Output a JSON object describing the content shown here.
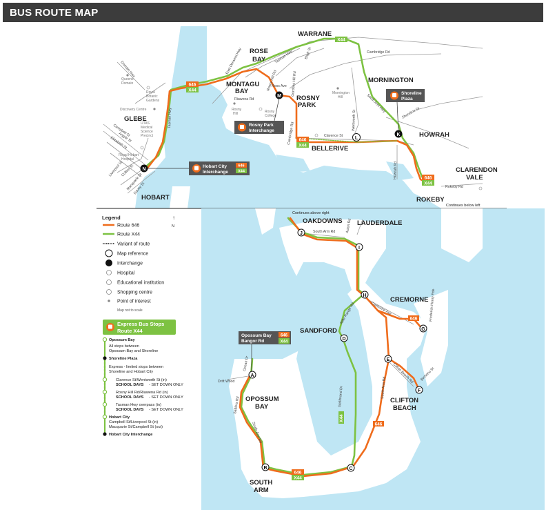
{
  "page_title": "BUS ROUTE MAP",
  "colors": {
    "route_646": "#ef6c1c",
    "route_x44": "#7dc242",
    "water": "#bfe6f4",
    "land": "#ffffff",
    "road": "#9a9a9a",
    "title_bg": "#3c3c3c"
  },
  "areas": {
    "warrane": "WARRANE",
    "rose": "ROSE",
    "bay": "BAY",
    "montagu": "MONTAGU",
    "montagu_bay": "BAY",
    "rosny": "ROSNY",
    "park": "PARK",
    "mornington": "MORNINGTON",
    "howrah": "HOWRAH",
    "clarendon": "CLARENDON",
    "vale": "VALE",
    "rokeby": "ROKEBY",
    "bellerive": "BELLERIVE",
    "glebe": "GLEBE",
    "hobart": "HOBART",
    "oakdowns": "OAKDOWNS",
    "lauderdale": "LAUDERDALE",
    "cremorne": "CREMORNE",
    "sandford": "SANDFORD",
    "opossum": "OPOSSUM",
    "opossum_bay": "BAY",
    "clifton": "CLIFTON",
    "clifton_beach": "BEACH",
    "south": "SOUTH",
    "arm": "ARM"
  },
  "streets": {
    "cambridge_rd": "Cambridge Rd",
    "east_derwent_hwy": "East Derwent Hwy",
    "tasman_hwy_top": "Tasman Hwy",
    "bligh_st": "Bligh St",
    "rosny_hill_rd": "Rosny Hill Rd",
    "gordons_hill_rd": "Gordons Hill Rd",
    "ross_ave": "Ross Ave",
    "riawena_rd": "Riawena Rd",
    "cambridge_rd_v": "Cambridge Rd",
    "clarence_st": "Clarence St",
    "wentworth_st": "Wentworth St",
    "south_arm_hwy": "South Arm Hwy",
    "shoreline_dr": "Shoreline Dr",
    "howrah_rd": "Howrah Rd",
    "rokeby_rd": "Rokeby Rd",
    "tasman_hwy_left": "Tasman Hwy",
    "domain_hwy": "Domain Hwy",
    "campbell_st": "Campbell St",
    "argyle_st": "Argyle St",
    "elizabeth_st": "Elizabeth St",
    "liverpool_st": "Liverpool St",
    "collins_st": "Collins St",
    "macquarie_st": "Macquarie St",
    "davey_st": "Davey St",
    "south_arm_rd_top": "South Arm Rd",
    "acton_rd": "Acton Rd",
    "rifle_range_rd": "Rifle Range Rd",
    "cremorne_ave": "Cremorne Ave",
    "frederick_henry_pde": "Frederick Henry Pde",
    "clifton_beach_rd": "Clifton Beach Rd",
    "bicheno_st": "Bicheno St",
    "gellibrand_dr": "Gellibrand Dr",
    "south_arm_rd_mid": "South Arm Rd",
    "south_arm_rd_low": "South Arm Rd",
    "sattlers_rd": "Sattlers Rd",
    "drift_wood": "Drift Wood",
    "ocean_dr": "Ocean Dr"
  },
  "pois": {
    "queens_domain": [
      "Queens",
      "Domain"
    ],
    "royal_botanic_gardens": [
      "Royal",
      "Botanic",
      "Gardens"
    ],
    "discovery_centre": "Discovery Centre",
    "utas": [
      "UTAS",
      "Medical",
      "Science",
      "Precinct"
    ],
    "royal_hobart_hospital": [
      "Royal Hobart",
      "Hospital"
    ],
    "rosny_hill": [
      "Rosny",
      "Hill"
    ],
    "rosny_college": [
      "Rosny",
      "College"
    ],
    "mornington_hill": [
      "Mornington",
      "Hill"
    ]
  },
  "interchanges": {
    "shoreline": [
      "Shoreline",
      "Plaza"
    ],
    "rosny_park": [
      "Rosny Park",
      "Interchange"
    ],
    "hobart_city": [
      "Hobart City",
      "Interchange"
    ],
    "opossum_bay": [
      "Opossum Bay",
      "Bangor Rd"
    ]
  },
  "route_badges": {
    "b646": "646",
    "bx44": "X44"
  },
  "stops": {
    "n": "N",
    "m": "M",
    "l": "L",
    "k": "K",
    "j": "J",
    "i": "I",
    "h": "H",
    "g": "G",
    "f": "F",
    "e": "E",
    "d": "D",
    "c": "C",
    "b": "B",
    "a": "A"
  },
  "notes": {
    "continues_below": "Continues below left",
    "continues_above": "Continues above right"
  },
  "legend": {
    "title": "Legend",
    "route_646": "Route 646",
    "route_x44": "Route X44",
    "variant": "Variant of route",
    "map_ref": "Map reference",
    "interchange": "Interchange",
    "hospital": "Hospital",
    "education": "Educational institution",
    "shopping": "Shopping centre",
    "poi": "Point of interest",
    "not_to_scale": "Map not to scale",
    "north": "N"
  },
  "express": {
    "header": "Express Bus Stops",
    "header2": "Route X44",
    "opossum_bay": "Opossum Bay",
    "all_stops": "All stops between",
    "all_stops2": "Opossum Bay and Shoreline",
    "shoreline": "Shoreline Plaza",
    "express_ltd": "Express - limited stops between",
    "express_ltd2": "Shoreline and Hobart City",
    "clarence": "Clarence St/Wentworth St (in)",
    "school1": "SCHOOL DAYS",
    "setdown1": "- SET DOWN ONLY",
    "rosny": "Rosny Hill Rd/Riawena Rd (in)",
    "school2": "SCHOOL DAYS",
    "setdown2": "- SET DOWN ONLY",
    "tasman": "Tasman Hwy overpass (in)",
    "school3": "SCHOOL DAYS",
    "setdown3": "- SET DOWN ONLY",
    "hobart_city": "Hobart City",
    "campbell": "Campbell St/Liverpool St (in)",
    "macquarie": "Macquarie St/Campbell St (out)",
    "hobart_interchange": "Hobart City Interchange"
  }
}
